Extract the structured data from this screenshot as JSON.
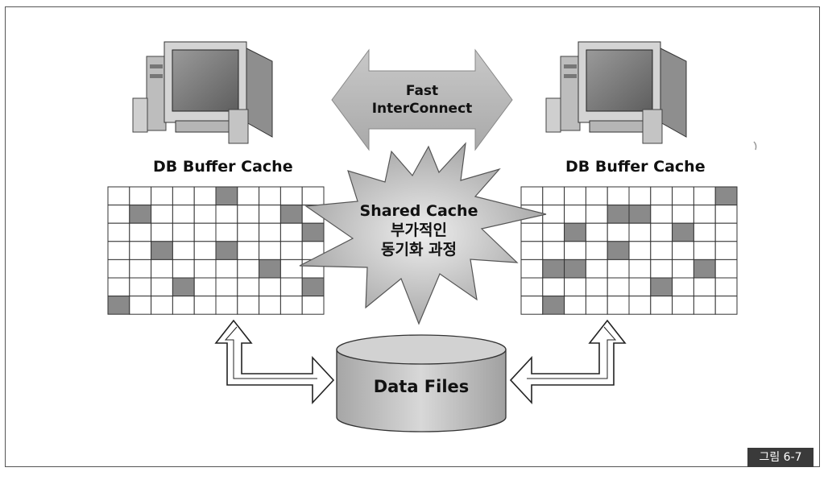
{
  "left_node": {
    "buffer_label": "DB Buffer Cache"
  },
  "right_node": {
    "buffer_label": "DB Buffer Cache"
  },
  "interconnect": {
    "line1": "Fast",
    "line2": "InterConnect"
  },
  "shared_cache": {
    "line1": "Shared Cache",
    "line2": "부가적인",
    "line3": "동기화 과정"
  },
  "storage": {
    "label": "Data Files"
  },
  "figure": {
    "caption": "그림 6-7"
  },
  "grids": {
    "rows": 7,
    "cols": 10,
    "left_filled": [
      [
        0,
        5
      ],
      [
        1,
        1
      ],
      [
        1,
        8
      ],
      [
        2,
        9
      ],
      [
        3,
        2
      ],
      [
        3,
        5
      ],
      [
        4,
        7
      ],
      [
        5,
        3
      ],
      [
        5,
        9
      ],
      [
        6,
        0
      ]
    ],
    "right_filled": [
      [
        0,
        9
      ],
      [
        1,
        4
      ],
      [
        1,
        5
      ],
      [
        2,
        2
      ],
      [
        2,
        7
      ],
      [
        3,
        4
      ],
      [
        4,
        1
      ],
      [
        4,
        2
      ],
      [
        4,
        8
      ],
      [
        5,
        6
      ],
      [
        6,
        1
      ]
    ]
  },
  "colors": {
    "cell_fill": "#8a8a8a",
    "grid_line": "#333333"
  }
}
